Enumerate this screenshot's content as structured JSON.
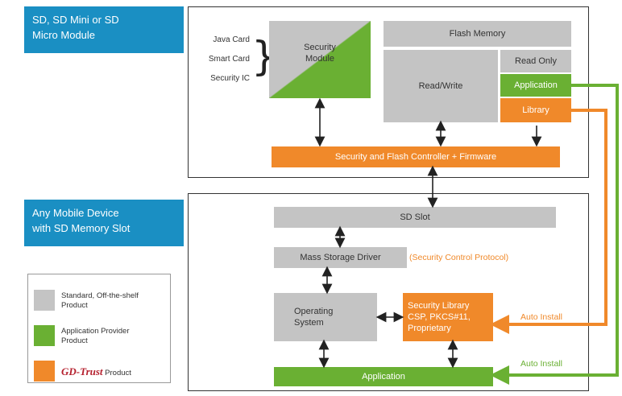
{
  "module": {
    "title_line1": "SD, SD Mini or SD",
    "title_line2": "Micro Module",
    "card_types": [
      "Java Card",
      "Smart Card",
      "Security IC"
    ],
    "security_module_line1": "Security",
    "security_module_line2": "Module",
    "flash_memory": "Flash Memory",
    "read_write": "Read/Write",
    "read_only": "Read Only",
    "application": "Application",
    "library": "Library",
    "controller": "Security and Flash Controller + Firmware"
  },
  "device": {
    "title_line1": "Any Mobile Device",
    "title_line2": "with SD Memory Slot",
    "sd_slot": "SD Slot",
    "mass_storage": "Mass Storage Driver",
    "protocol": "(Security Control Protocol)",
    "os_line1": "Operating",
    "os_line2": "System",
    "seclib_line1": "Security Library",
    "seclib_line2": "CSP, PKCS#11,",
    "seclib_line3": "Proprietary",
    "application": "Application",
    "auto_install_1": "Auto Install",
    "auto_install_2": "Auto Install"
  },
  "legend": {
    "standard_line1": "Standard, Off-the-shelf",
    "standard_line2": "Product",
    "provider_line1": "Application Provider",
    "provider_line2": "Product",
    "gd_brand": "GD-Trust",
    "gd_suffix": "Product"
  },
  "colors": {
    "blue_header": "#1a8fc3",
    "gray": "#c4c4c4",
    "green": "#6ab033",
    "orange": "#f0892a"
  }
}
